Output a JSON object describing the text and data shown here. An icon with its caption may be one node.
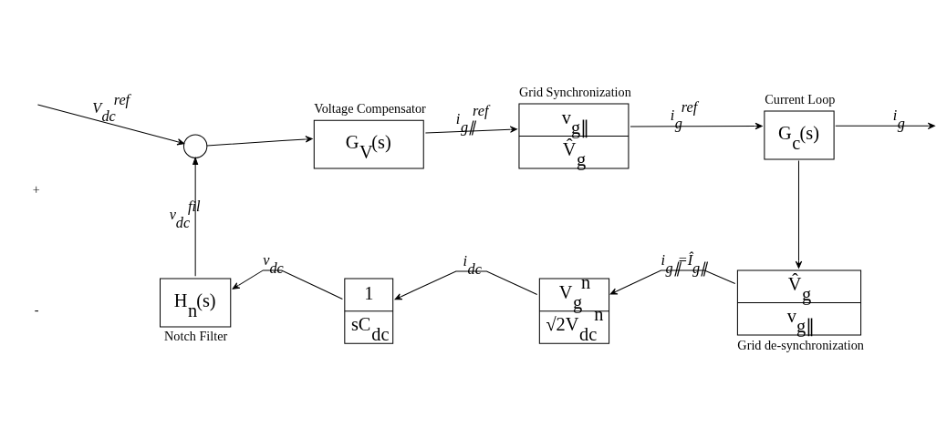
{
  "diagram": {
    "nodes": [
      {
        "text": [],
        "shape": "circle"
      },
      {
        "text": [
          "G$_{V}$(s)"
        ],
        "beside": [
          "Voltage Compensator"
        ]
      },
      {
        "text": [
          "v$_{g∥}$",
          "V̂$_{g}$"
        ],
        "beside": [
          "Grid Synchronization"
        ]
      },
      {
        "text": [
          "G$_{c}$(s)"
        ],
        "beside": [
          "Current Loop"
        ]
      },
      {
        "text": [
          "V̂$_{g}$",
          "v$_{g∥}$"
        ],
        "beside": [
          "Grid de-synchronization"
        ]
      },
      {
        "text": [
          "V$_{g}$$^{n}$",
          "√2V$_{dc}$$^{n}$"
        ]
      },
      {
        "text": [
          "1",
          "sC$_{dc}$"
        ]
      },
      {
        "text": [
          "H$_{n}$(s)"
        ],
        "beside": [
          "Notch Filter"
        ]
      }
    ],
    "edges": [
      {
        "from": null,
        "to": 0,
        "arrow": "to",
        "label": "V$_{dc}$$^{ref}$"
      },
      {
        "from": 0,
        "to": 1,
        "arrow": "to"
      },
      {
        "from": 1,
        "to": 2,
        "arrow": "to",
        "label": "i$_{g∥}$$^{ref}$"
      },
      {
        "from": 2,
        "to": 3,
        "arrow": "to",
        "label": "i$_{g}$$^{ref}$"
      },
      {
        "from": 3,
        "to": null,
        "arrow": "to",
        "label": "i$_{g}$"
      },
      {
        "from": 3,
        "to": 4,
        "arrow": "to"
      },
      {
        "from": 4,
        "to": 5,
        "arrow": "to",
        "label": "i$_{g∥}$=Î$_{g∥}$"
      },
      {
        "from": 5,
        "to": 6,
        "arrow": "to",
        "label": "i$_{dc}$"
      },
      {
        "from": 6,
        "to": 7,
        "arrow": "to",
        "label": "v$_{dc}$"
      },
      {
        "from": 7,
        "to": 0,
        "arrow": "to",
        "label": "v$_{dc}$$^{fil}$"
      }
    ],
    "labels": [
      "+",
      "-"
    ]
  }
}
